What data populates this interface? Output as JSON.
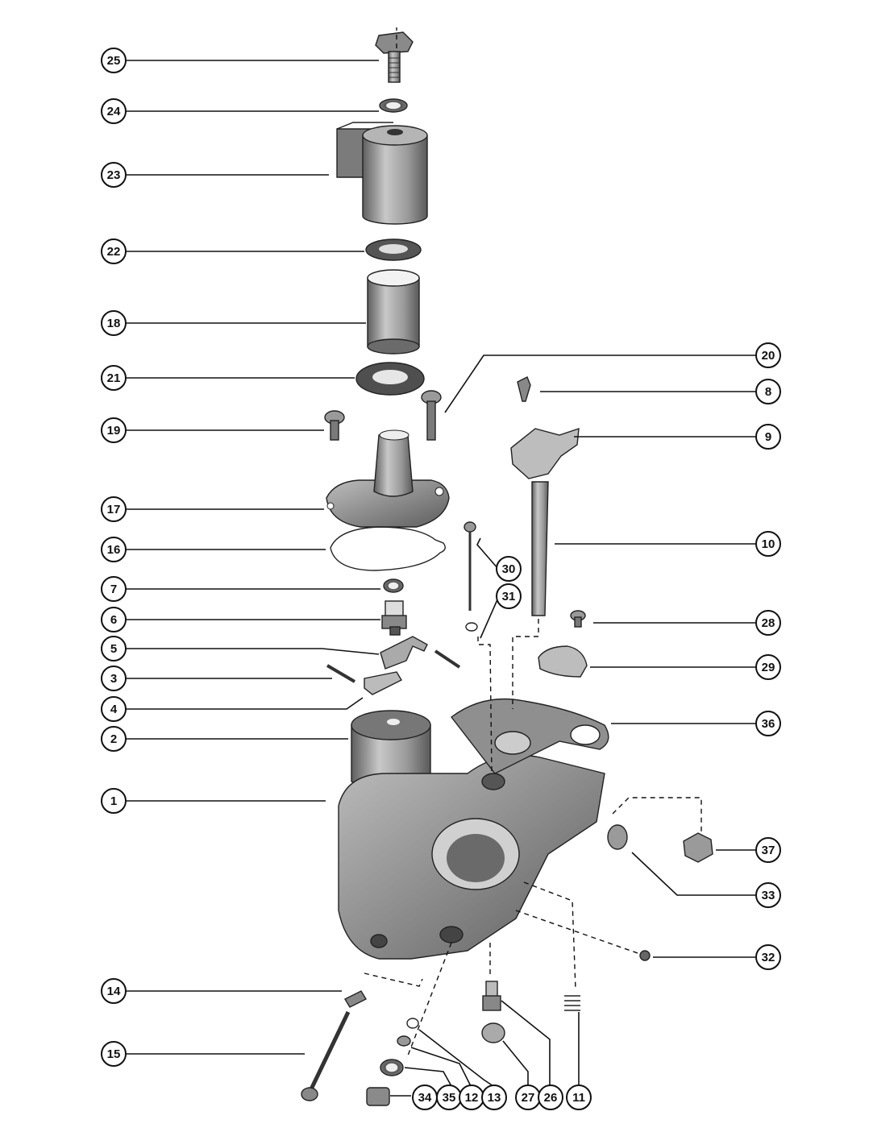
{
  "callouts": {
    "c25": "25",
    "c24": "24",
    "c23": "23",
    "c22": "22",
    "c18": "18",
    "c21": "21",
    "c19": "19",
    "c17": "17",
    "c16": "16",
    "c7": "7",
    "c6": "6",
    "c5": "5",
    "c3": "3",
    "c4": "4",
    "c2": "2",
    "c1": "1",
    "c14": "14",
    "c15": "15",
    "c20": "20",
    "c8": "8",
    "c9": "9",
    "c10": "10",
    "c30": "30",
    "c31": "31",
    "c28": "28",
    "c29": "29",
    "c36": "36",
    "c37": "37",
    "c33": "33",
    "c32": "32",
    "c34": "34",
    "c35": "35",
    "c12": "12",
    "c13": "13",
    "c27": "27",
    "c26": "26",
    "c11": "11"
  },
  "colors": {
    "ink": "#111111",
    "part_dark": "#6d6d6d",
    "part_mid": "#9a9a9a",
    "part_light": "#c9c9c9",
    "background": "#ffffff"
  }
}
